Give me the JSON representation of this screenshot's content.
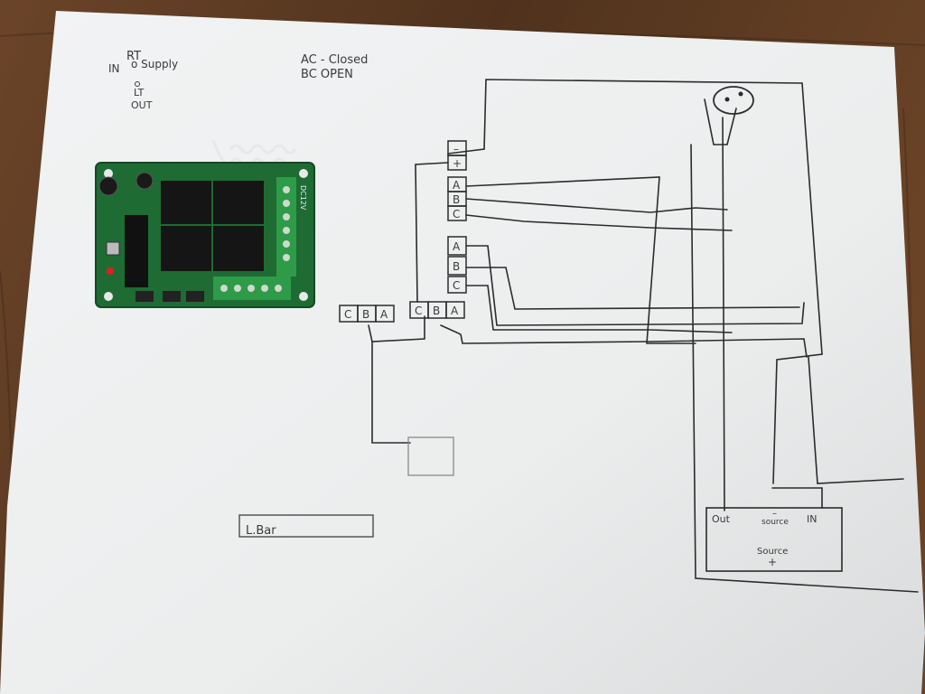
{
  "notes": {
    "rt": "RT",
    "in": "IN",
    "supply": "o Supply",
    "lt": "LT",
    "out": "OUT",
    "ac_closed": "AC - Closed",
    "bc_open": "BC   OPEN"
  },
  "pcb": {
    "board_text": "DC12V"
  },
  "terminals": {
    "power": [
      "–",
      "+"
    ],
    "group1": [
      "A",
      "B",
      "C"
    ],
    "group2": [
      "A",
      "B",
      "C"
    ],
    "bottom_left": [
      "C",
      "B",
      "A"
    ],
    "bottom_right": [
      "C",
      "B",
      "A"
    ]
  },
  "light_bar": {
    "label": "L.Bar"
  },
  "source_box": {
    "out": "Out",
    "source_minus": "source",
    "minus": "–",
    "in": "IN",
    "source_plus": "Source",
    "plus": "+"
  },
  "colors": {
    "paper": "#f1f2f2",
    "ink": "#2b2b2b",
    "pcb": "#1f6b34",
    "relay": "#151515",
    "wood": "#5a3a22"
  }
}
